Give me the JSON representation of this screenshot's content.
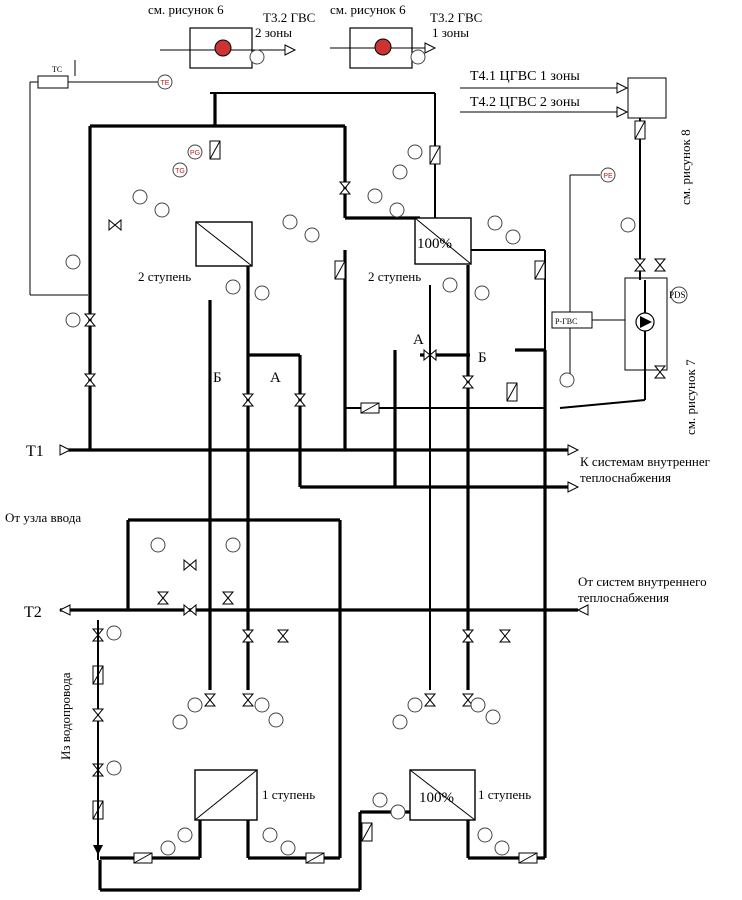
{
  "labels": {
    "ref6_a": "см. рисунок 6",
    "t32_a": "Т3.2 ГВС",
    "zone2_a": "2 зоны",
    "ref6_b": "см. рисунок 6",
    "t32_b": "Т3.2 ГВС",
    "zone1_b": "1 зоны",
    "tc": "ТС",
    "t41": "Т4.1 ЦГВС 1 зоны",
    "t42": "Т4.2 ЦГВС 2 зоны",
    "ref8": "см. рисунок 8",
    "ref7": "см. рисунок 7",
    "stage2_left": "2 ступень",
    "stage2_right": "2 ступень",
    "stage1_left": "1 ступень",
    "stage1_right": "1 ступень",
    "pct_top": "100%",
    "pct_bottom": "100%",
    "a_left": "А",
    "a_right": "А",
    "b_left": "Б",
    "b_right": "Б",
    "t1": "Т1",
    "t2": "Т2",
    "to_systems_1": "К системам внутреннег",
    "to_systems_2": "теплоснабжения",
    "from_inlet": "От узла ввода",
    "from_systems_1": "От систем внутреннего",
    "from_systems_2": "теплоснабжения",
    "water_supply": "Из водопровода",
    "pgvs": "Р-ГВС",
    "pds": "PDS"
  },
  "instruments": {
    "pg": "PG",
    "tg": "TG",
    "te": "TE",
    "pe": "PE"
  }
}
